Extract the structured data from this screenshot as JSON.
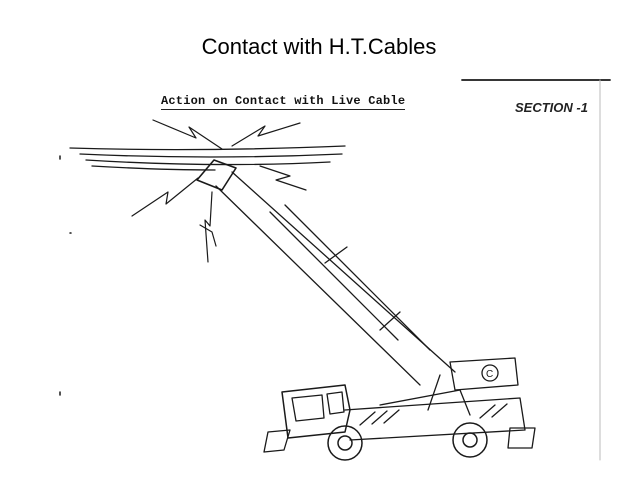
{
  "slide": {
    "title": "Contact with H.T.Cables"
  },
  "document": {
    "heading": "Action on Contact with Live Cable",
    "section": "SECTION -1"
  },
  "illustration": {
    "subject": "crane-boom-touching-overhead-cables",
    "stroke_color": "#1a1a1a",
    "crane_badge": "C"
  }
}
